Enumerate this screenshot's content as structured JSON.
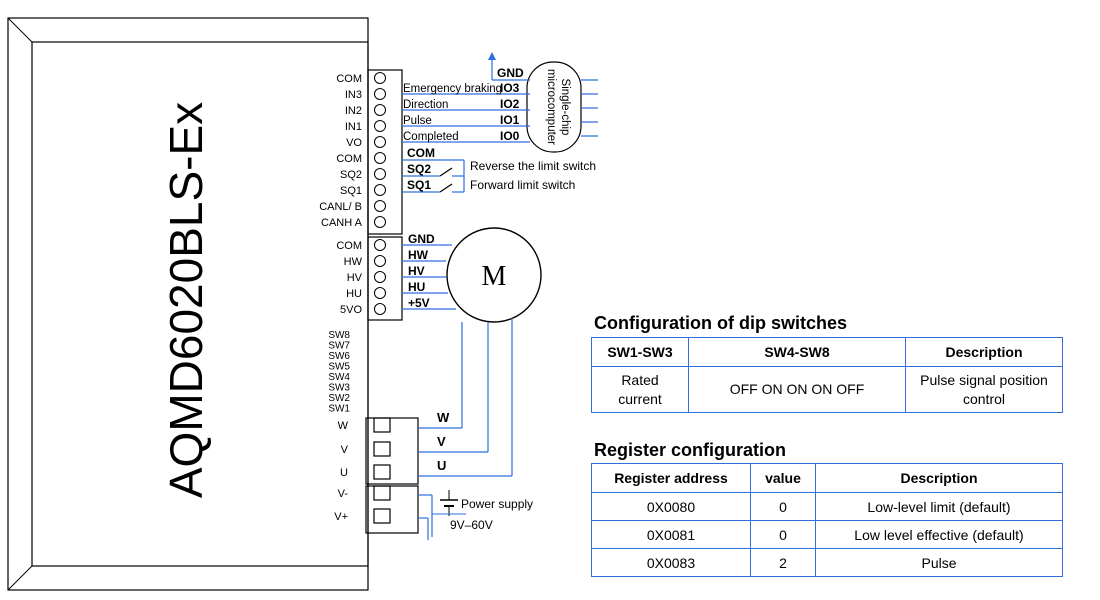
{
  "driver": {
    "model": "AQMD6020BLS-Ex",
    "top_terminals": [
      "COM",
      "IN3",
      "IN2",
      "IN1",
      "VO",
      "COM",
      "SQ2",
      "SQ1",
      "CANL/ B",
      "CANH A"
    ],
    "mid_terminals": [
      "COM",
      "HW",
      "HV",
      "HU",
      "5VO"
    ],
    "dip_labels": [
      "SW8",
      "SW7",
      "SW6",
      "SW5",
      "SW4",
      "SW3",
      "SW2",
      "SW1"
    ],
    "power_terminals": [
      "W",
      "V",
      "U",
      "V-",
      "V+"
    ]
  },
  "mcu": {
    "label_line1": "Single-chip",
    "label_line2": "microcomputer",
    "gnd": "GND",
    "pins": [
      "IO3",
      "IO2",
      "IO1",
      "IO0"
    ],
    "signals": [
      "Emergency braking",
      "Direction",
      "Pulse",
      "Completed"
    ]
  },
  "limit": {
    "com": "COM",
    "sq2": "SQ2",
    "sq1": "SQ1",
    "reverse": "Reverse the limit switch",
    "forward": "Forward limit switch"
  },
  "motor": {
    "symbol": "M",
    "hall_labels": [
      "GND",
      "HW",
      "HV",
      "HU",
      "+5V"
    ],
    "phase_labels": [
      "W",
      "V",
      "U"
    ]
  },
  "power": {
    "label": "Power supply",
    "range": "9V–60V"
  },
  "dip_config": {
    "title": "Configuration of dip switches",
    "headers": [
      "SW1-SW3",
      "SW4-SW8",
      "Description"
    ],
    "rows": [
      {
        "sw1_3_line1": "Rated",
        "sw1_3_line2": "current",
        "sw4_8": "OFF ON ON ON OFF",
        "desc_line1": "Pulse signal position",
        "desc_line2": "control"
      }
    ]
  },
  "register_config": {
    "title": "Register configuration",
    "headers": [
      "Register address",
      "value",
      "Description"
    ],
    "rows": [
      {
        "address": "0X0080",
        "value": "0",
        "description": "Low-level limit (default)"
      },
      {
        "address": "0X0081",
        "value": "0",
        "description": "Low level effective (default)"
      },
      {
        "address": "0X0083",
        "value": "2",
        "description": "Pulse"
      }
    ]
  },
  "colors": {
    "table_border": "#2f6fdf",
    "wire": "#2f6fdf",
    "line": "#000000"
  }
}
